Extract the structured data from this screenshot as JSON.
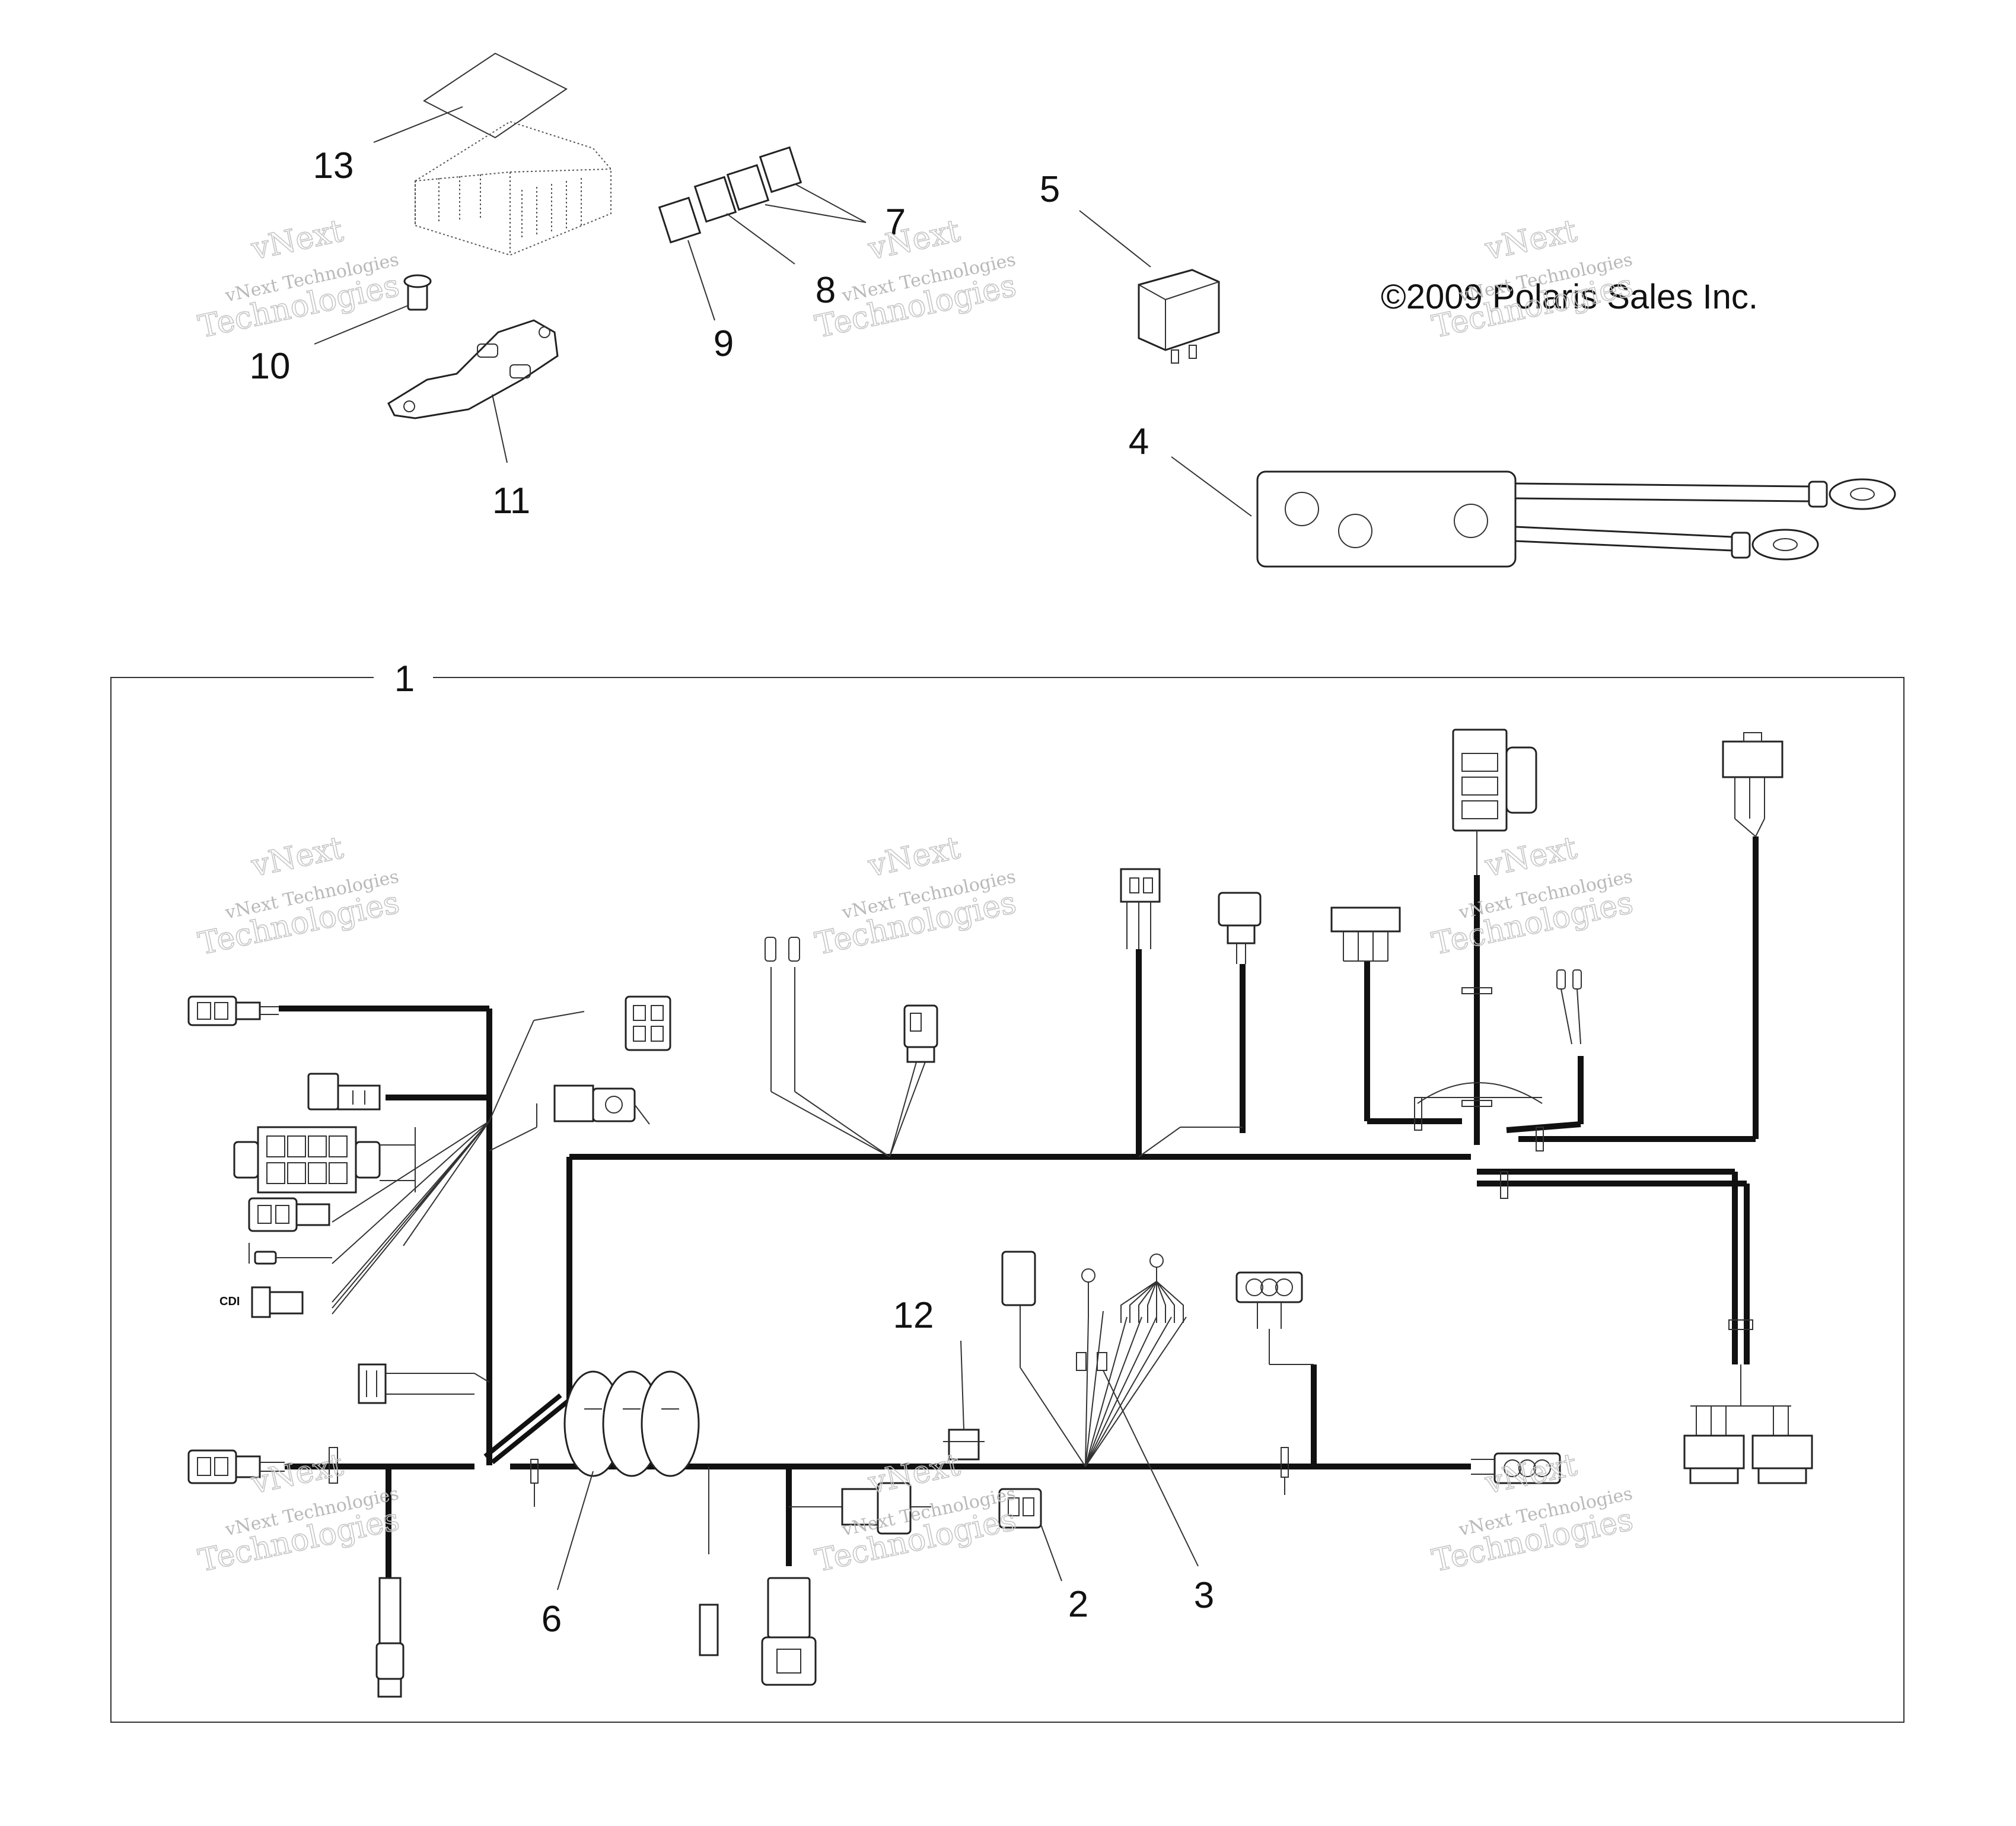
{
  "diagram": {
    "copyright": "©2009 Polaris Sales Inc.",
    "connector_label_cdi": "CDI",
    "callouts": {
      "c1": "1",
      "c2": "2",
      "c3": "3",
      "c4": "4",
      "c5": "5",
      "c6": "6",
      "c7": "7",
      "c8": "8",
      "c9": "9",
      "c10": "10",
      "c11": "11",
      "c12": "12",
      "c13": "13"
    },
    "watermark": {
      "line1": "vNext Technologies",
      "line2": "vNext",
      "line3": "Technologies"
    }
  }
}
